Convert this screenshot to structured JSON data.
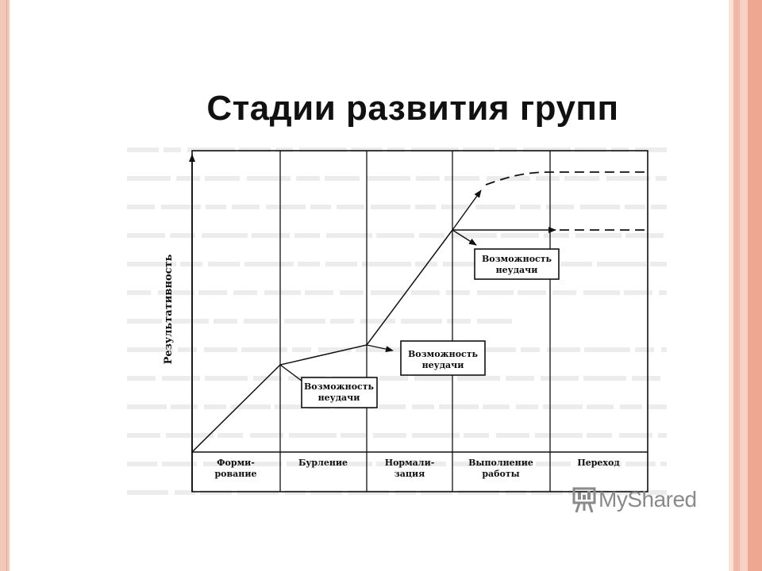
{
  "slide": {
    "title": "Стадии развития групп"
  },
  "diagram": {
    "y_axis_label": "Результативность",
    "stages": [
      {
        "name": "stage-forming",
        "label_line1": "Форми-",
        "label_line2": "рование"
      },
      {
        "name": "stage-storming",
        "label_line1": "Бурление",
        "label_line2": ""
      },
      {
        "name": "stage-norming",
        "label_line1": "Нормали-",
        "label_line2": "зация"
      },
      {
        "name": "stage-performing",
        "label_line1": "Выполнение",
        "label_line2": "работы"
      },
      {
        "name": "stage-transition",
        "label_line1": "Переход",
        "label_line2": ""
      }
    ],
    "failure_boxes": [
      {
        "line1": "Возможность",
        "line2": "неудачи"
      },
      {
        "line1": "Возможность",
        "line2": "неудачи"
      },
      {
        "line1": "Возможность",
        "line2": "неудачи"
      }
    ],
    "colors": {
      "ink": "#111111",
      "ghost": "#c9c9c9"
    }
  },
  "watermark": {
    "brand": "MyShared",
    "icon": "presentation-board-icon"
  }
}
